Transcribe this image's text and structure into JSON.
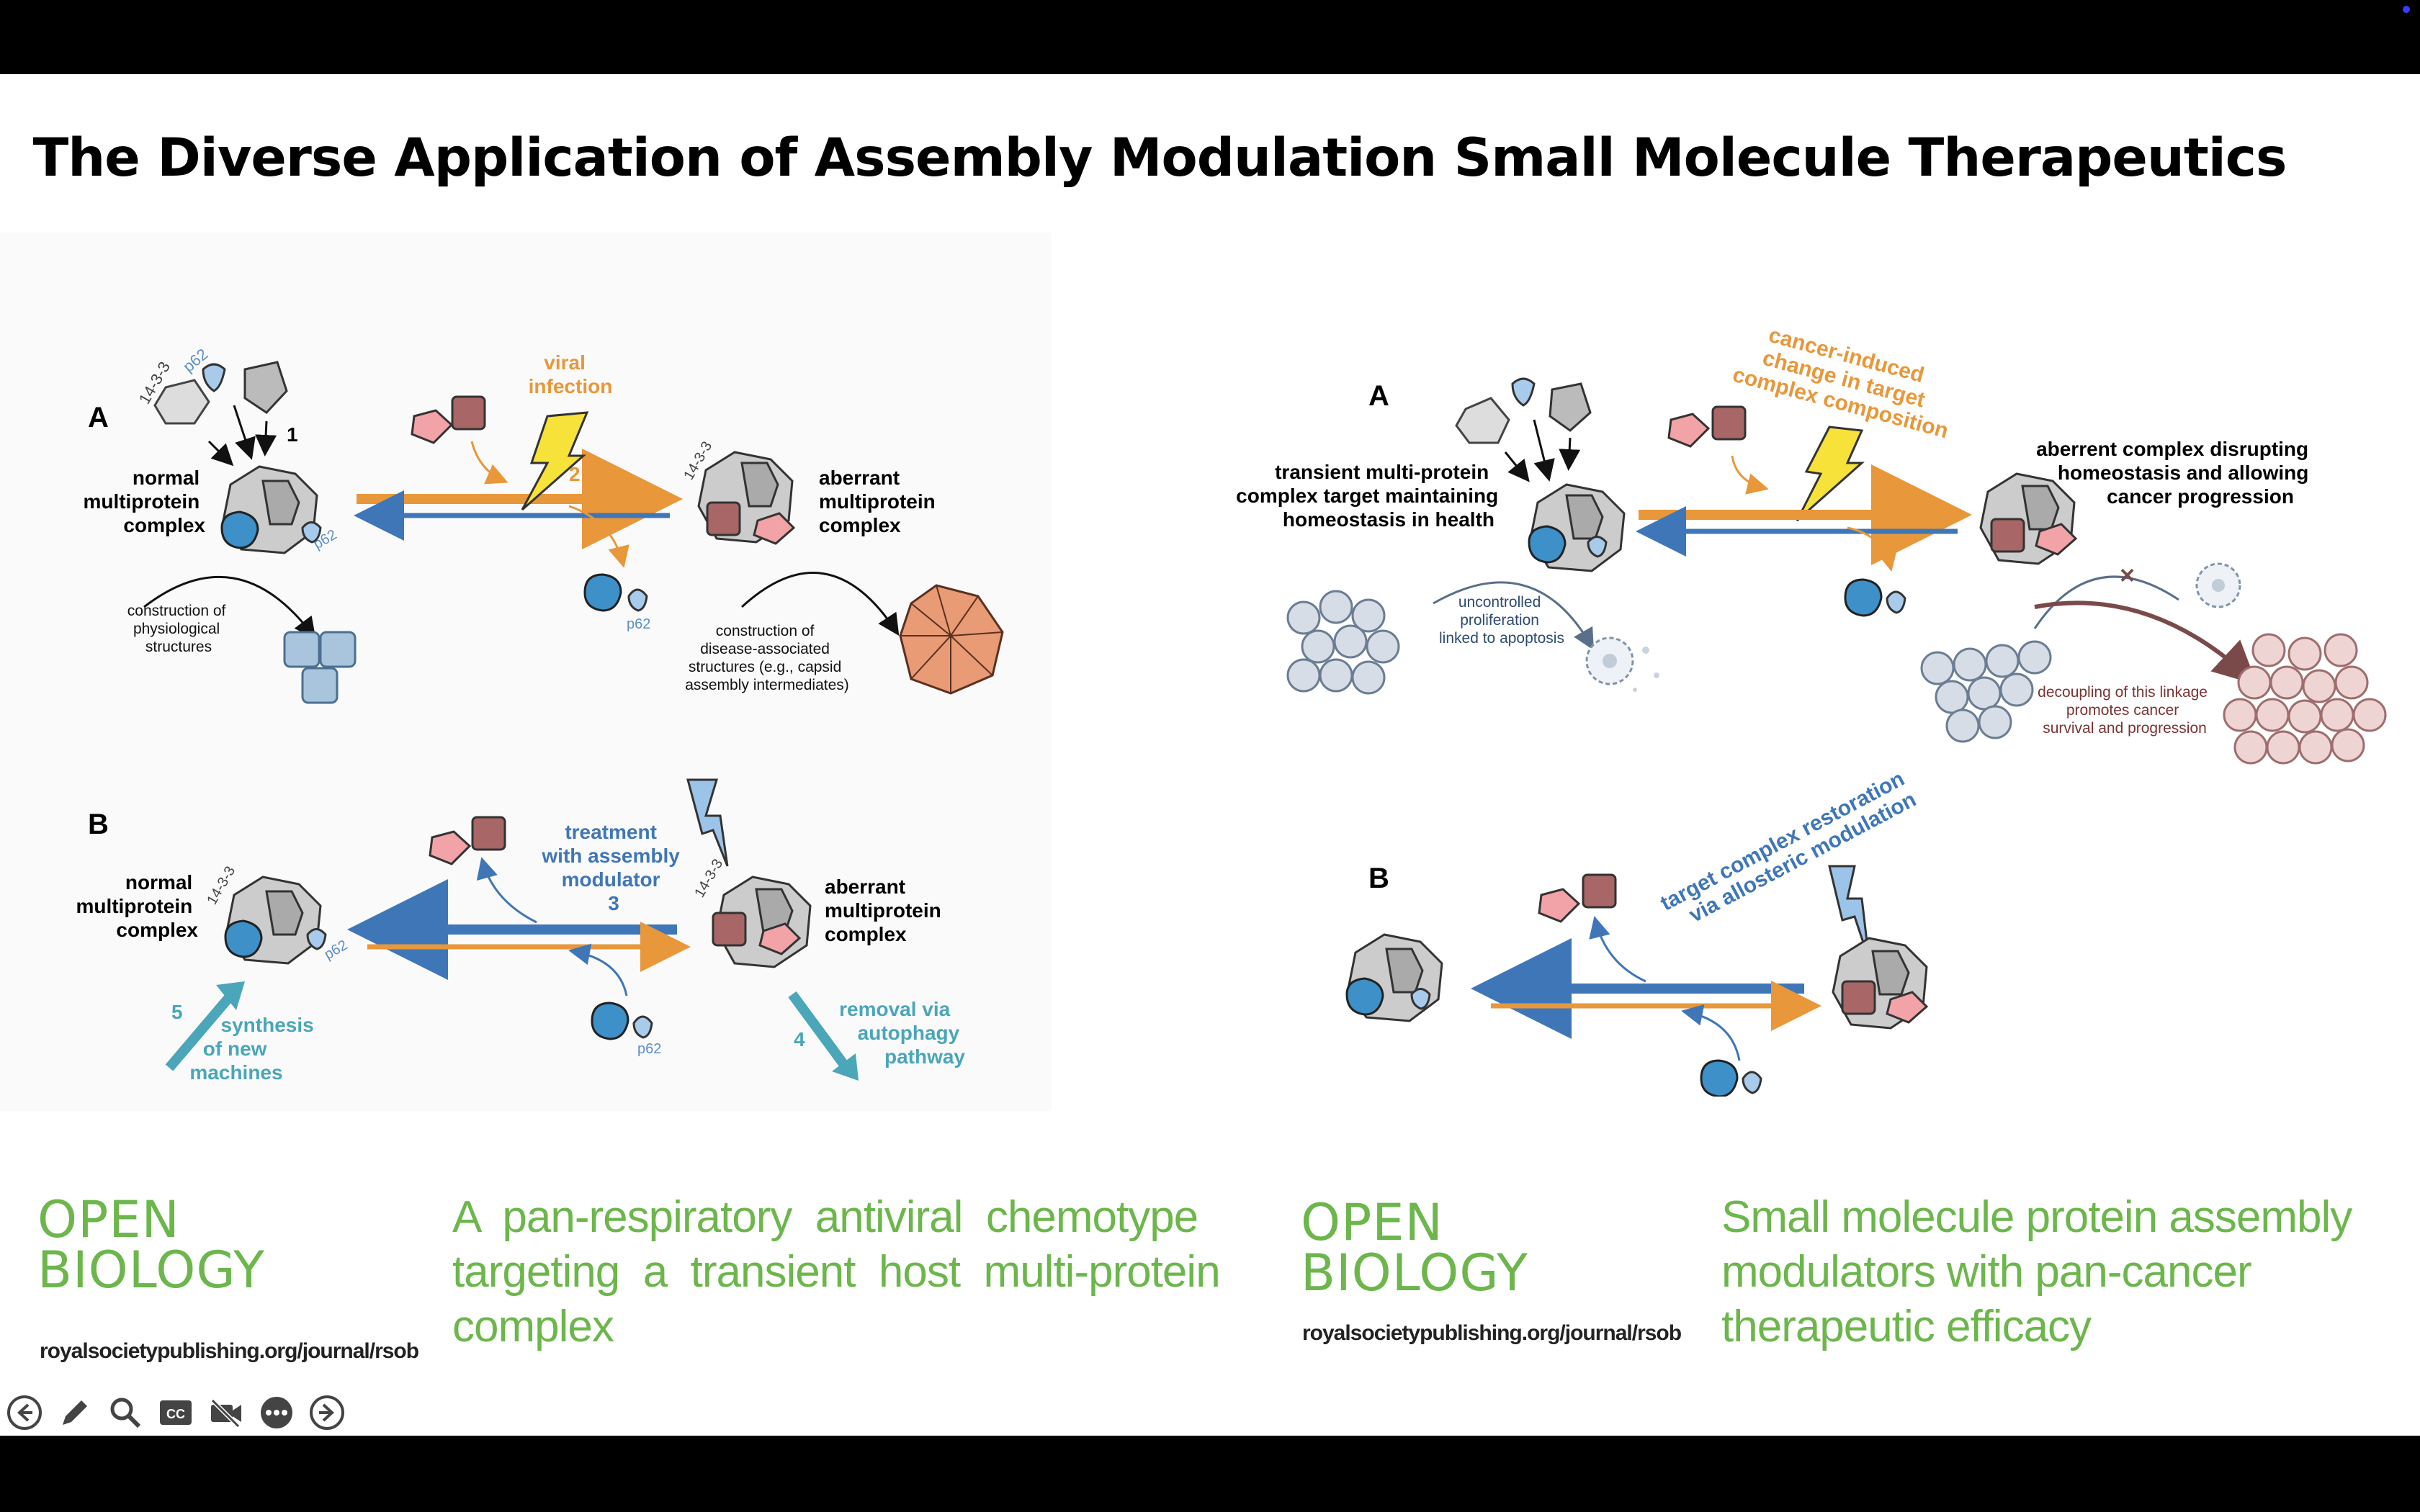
{
  "slide": {
    "title": "The Diverse Application of Assembly Modulation Small Molecule Therapeutics"
  },
  "left_figure": {
    "panel_a": {
      "label": "A",
      "p62": "p62",
      "tag_1433": "14-3-3",
      "step1": "1",
      "step2": "2",
      "normal": [
        "normal",
        "multiprotein",
        "complex"
      ],
      "viral": [
        "viral",
        "infection"
      ],
      "aberrant": [
        "aberrant",
        "multiprotein",
        "complex"
      ],
      "physio": [
        "construction of",
        "physiological",
        "structures"
      ],
      "disease": [
        "construction of",
        "disease-associated",
        "structures (e.g., capsid",
        "assembly intermediates)"
      ]
    },
    "panel_b": {
      "label": "B",
      "normal": [
        "normal",
        "multiprotein",
        "complex"
      ],
      "treatment": [
        "treatment",
        "with assembly",
        "modulator"
      ],
      "step3": "3",
      "aberrant": [
        "aberrant",
        "multiprotein",
        "complex"
      ],
      "step5": "5",
      "synthesis": [
        "synthesis",
        "of new",
        "machines"
      ],
      "step4": "4",
      "removal": [
        "removal via",
        "autophagy",
        "pathway"
      ],
      "p62": "p62",
      "tag_1433": "14-3-3"
    }
  },
  "right_figure": {
    "panel_a": {
      "label": "A",
      "cancer": [
        "cancer-induced",
        "change in target",
        "complex composition"
      ],
      "transient": [
        "transient multi-protein",
        "complex target maintaining",
        "homeostasis in health"
      ],
      "aberrent": [
        "aberrent complex disrupting",
        "homeostasis and allowing",
        "cancer progression"
      ],
      "uncontrolled": [
        "uncontrolled",
        "proliferation",
        "linked to apoptosis"
      ],
      "decoupling": [
        "decoupling of this linkage",
        "promotes cancer",
        "survival and progression"
      ]
    },
    "panel_b": {
      "label": "B",
      "restoration": [
        "target complex restoration",
        "via allosteric modulation"
      ]
    }
  },
  "left_paper": {
    "logo": [
      "OPEN",
      "BIOLOGY"
    ],
    "url": "royalsocietypublishing.org/journal/rsob",
    "title": [
      "A  pan-respiratory  antiviral  chemotype",
      "targeting  a  transient  host  multi-protein",
      "complex"
    ]
  },
  "right_paper": {
    "logo": [
      "OPEN",
      "BIOLOGY"
    ],
    "url": "royalsocietypublishing.org/journal/rsob",
    "title": [
      "Small molecule protein assembly",
      "modulators with pan-cancer",
      "therapeutic efficacy"
    ]
  },
  "toolbar": {
    "buttons": [
      "previous-slide",
      "pen",
      "zoom",
      "closed-captions",
      "camera-off",
      "more-options",
      "next-slide"
    ]
  },
  "colors": {
    "orange": "#e8973a",
    "blue": "#3f76b8",
    "teal": "#4aa6b8",
    "green": "#6cb64c",
    "lightning_yellow": "#f7e23a",
    "lightning_blue": "#9cc3e8"
  }
}
